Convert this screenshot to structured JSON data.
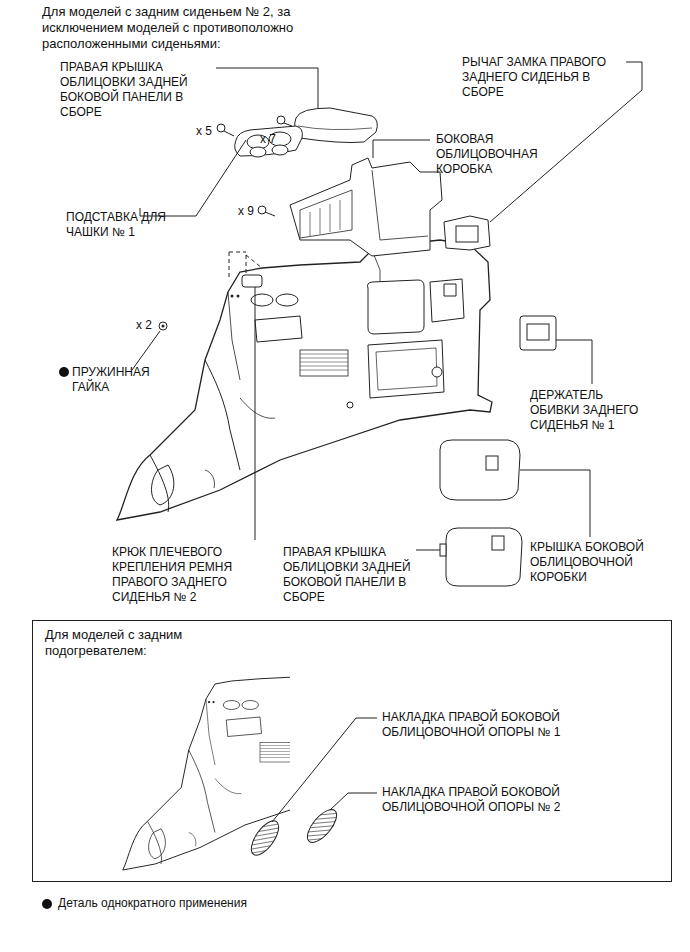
{
  "diagram": {
    "title": "Для моделей с задним сиденьем № 2, за исключением моделей с противоположно расположенными сиденьями:",
    "nodes": [
      {
        "text": [
          "Для моделей с задним подогревателем:"
        ]
      }
    ],
    "labels": [
      "ПРАВАЯ КРЫШКА ОБЛИЦОВКИ ЗАДНЕЙ БОКОВОЙ ПАНЕЛИ В СБОРЕ",
      "x 7",
      "x 5",
      "РЫЧАГ ЗАМКА ПРАВОГО ЗАДНЕГО СИДЕНЬЯ В СБОРЕ",
      "БОКОВАЯ ОБЛИЦОВОЧНАЯ КОРОБКА",
      "x 9",
      "ПОДСТАВКА ДЛЯ ЧАШКИ № 1",
      "x 2",
      "ПРУЖИННАЯ ГАЙКА",
      "ДЕРЖАТЕЛЬ ОБИВКИ ЗАДНЕГО СИДЕНЬЯ № 1",
      "КРЫШКА БОКОВОЙ ОБЛИЦОВОЧНОЙ КОРОБКИ",
      "КРЮК ПЛЕЧЕВОГО КРЕПЛЕНИЯ РЕМНЯ ПРАВОГО ЗАДНЕГО СИДЕНЬЯ № 2",
      "ПРАВАЯ КРЫШКА ОБЛИЦОВКИ ЗАДНЕЙ БОКОВОЙ ПАНЕЛИ В СБОРЕ",
      "НАКЛАДКА ПРАВОЙ БОКОВОЙ ОБЛИЦОВОЧНОЙ ОПОРЫ № 1",
      "НАКЛАДКА ПРАВОЙ БОКОВОЙ ОБЛИЦОВОЧНОЙ ОПОРЫ № 2"
    ],
    "legend": [
      {
        "text": "Деталь однократного применения"
      }
    ]
  }
}
